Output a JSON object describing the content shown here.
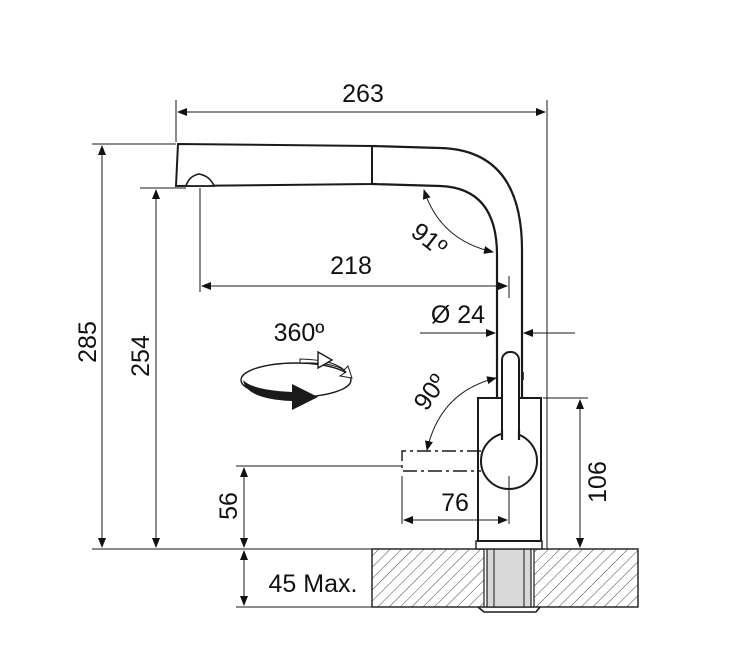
{
  "dimensions": {
    "overall_width": "263",
    "overall_height": "285",
    "spout_height": "254",
    "spout_reach": "218",
    "spout_angle": "91º",
    "body_diameter": "Ø 24",
    "swivel": "360º",
    "lever_angle": "90º",
    "lever_height": "106",
    "lever_reach": "76",
    "lever_base_height": "56",
    "countertop_thickness": "45 Max."
  }
}
